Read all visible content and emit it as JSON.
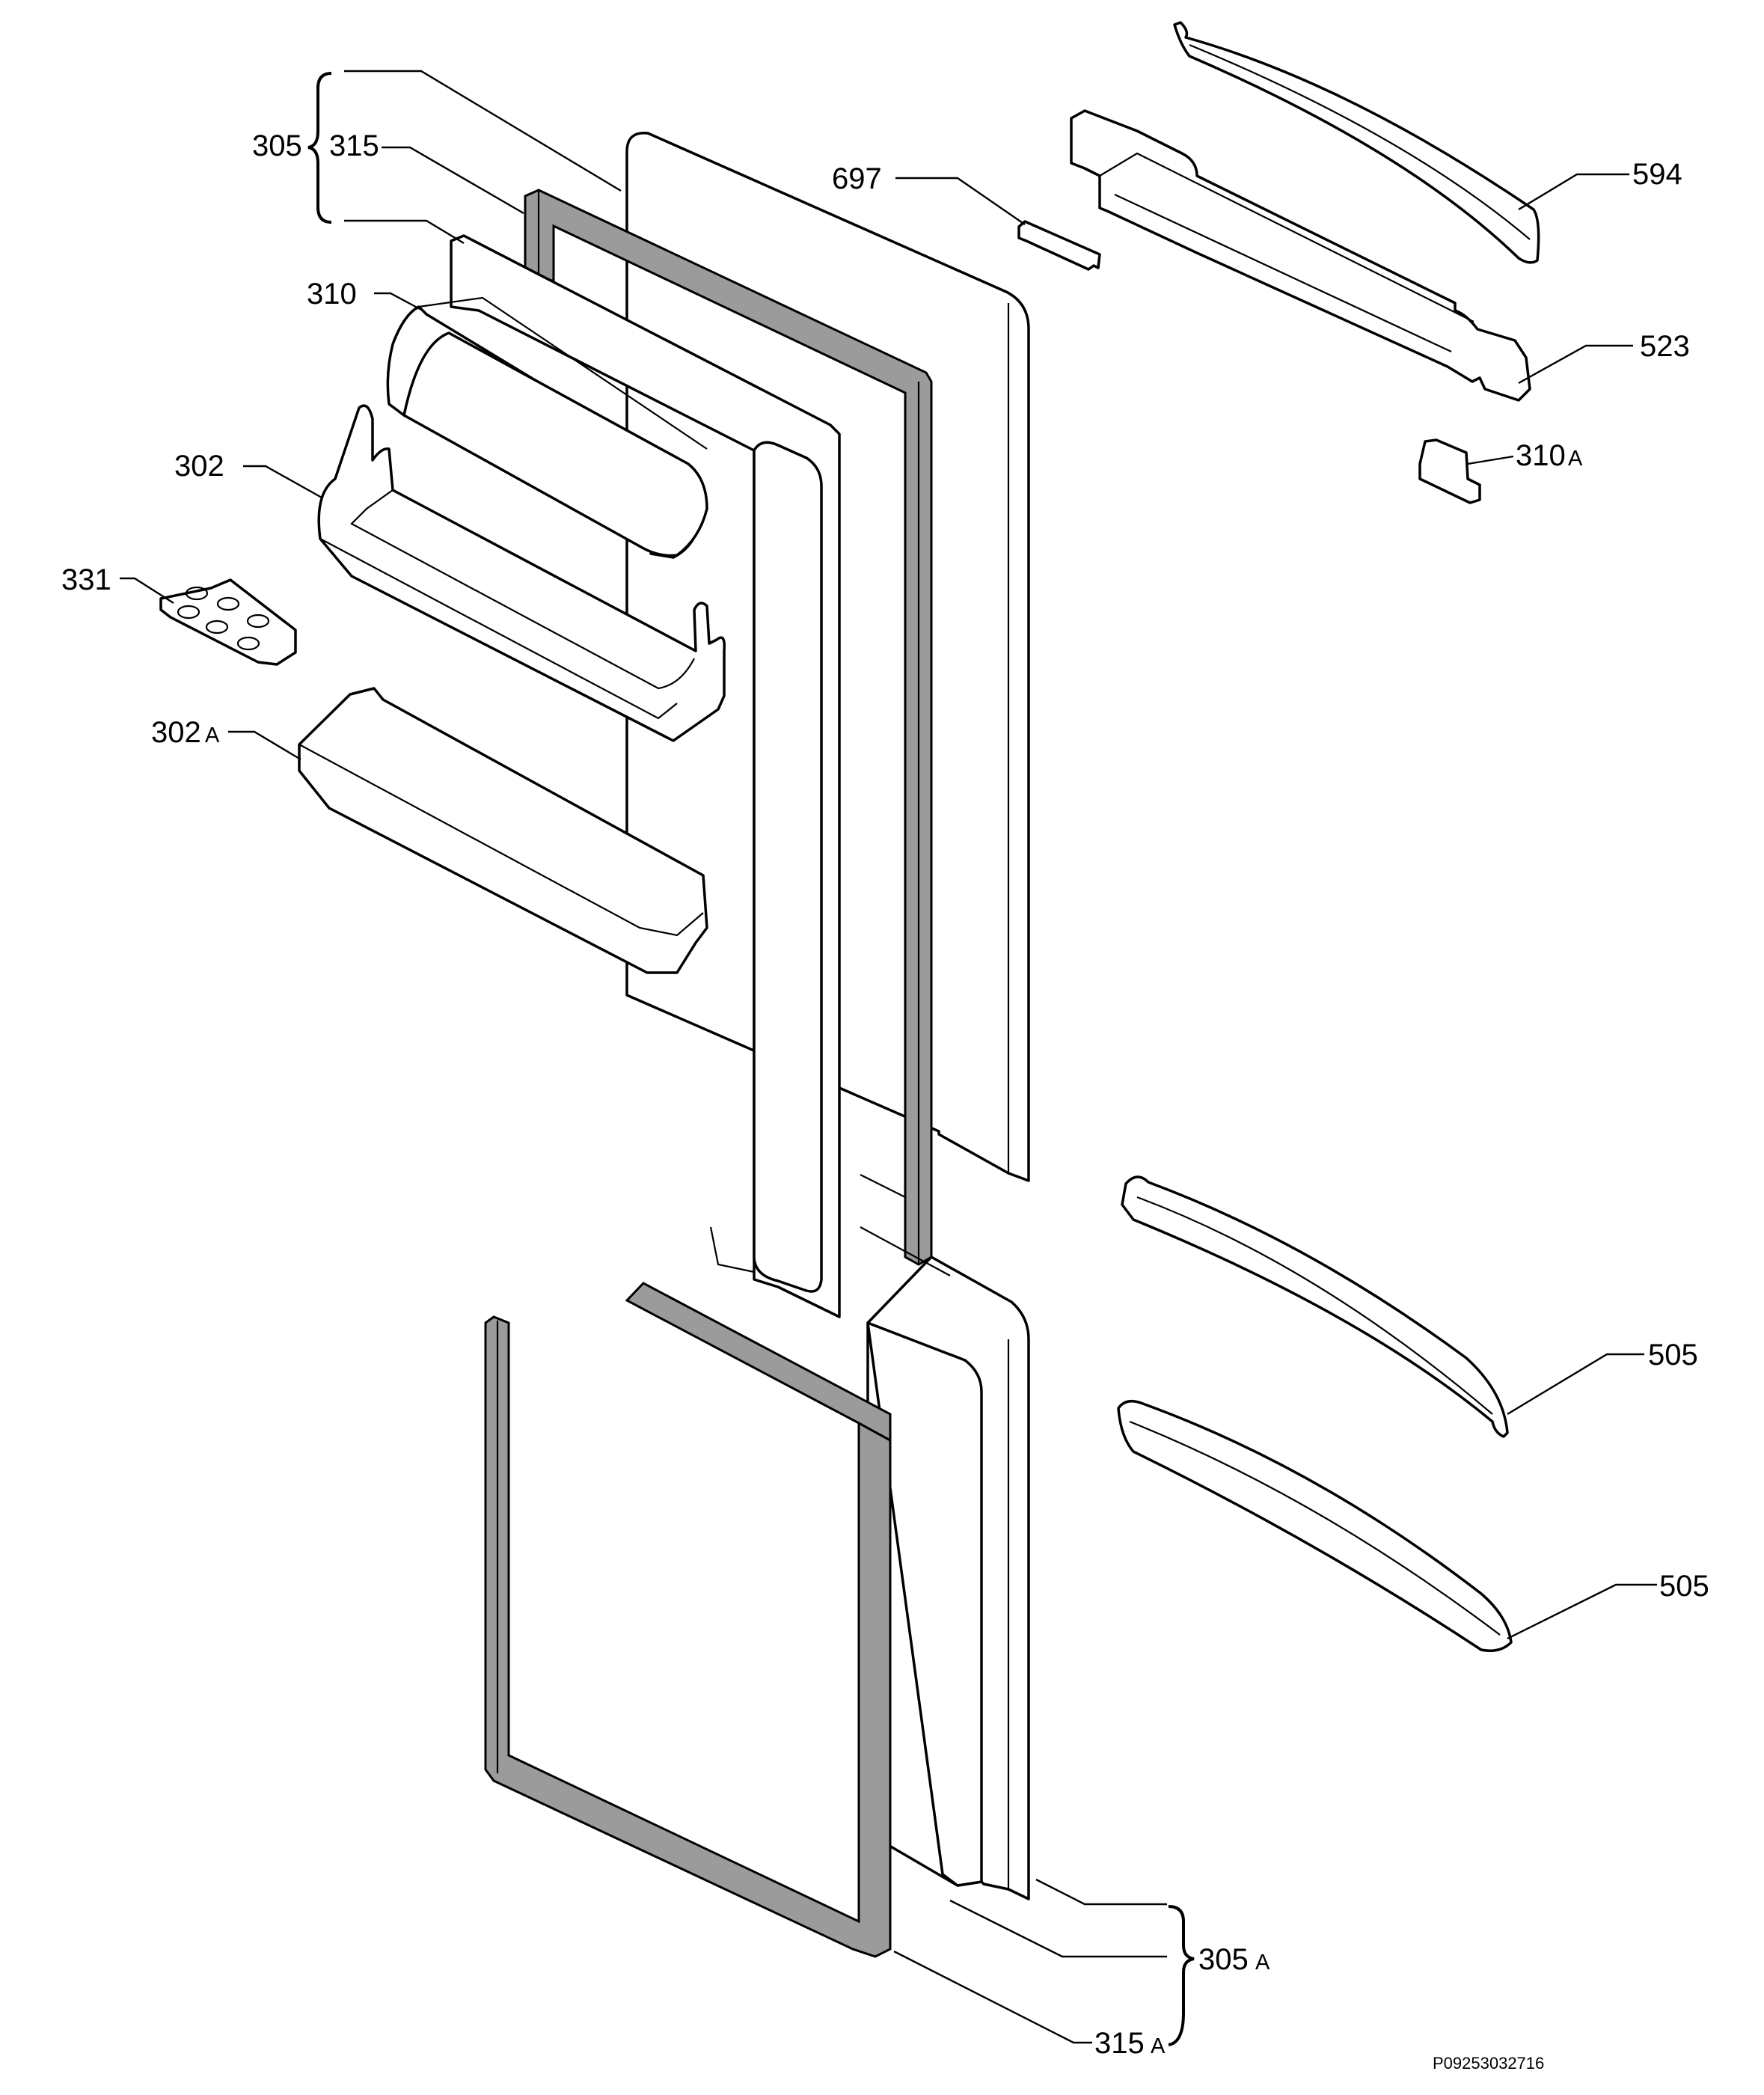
{
  "labels": {
    "l305": "305",
    "l315": "315",
    "l310": "310",
    "l302": "302",
    "l331": "331",
    "l302a": "302",
    "l302a_suffix": "A",
    "l697": "697",
    "l594": "594",
    "l523": "523",
    "l310a": "310",
    "l310a_suffix": "A",
    "l505_upper": "505",
    "l505_lower": "505",
    "l305a": "305",
    "l305a_suffix": "A",
    "l315a": "315",
    "l315a_suffix": "A"
  },
  "drawing_code": "P09253032716"
}
